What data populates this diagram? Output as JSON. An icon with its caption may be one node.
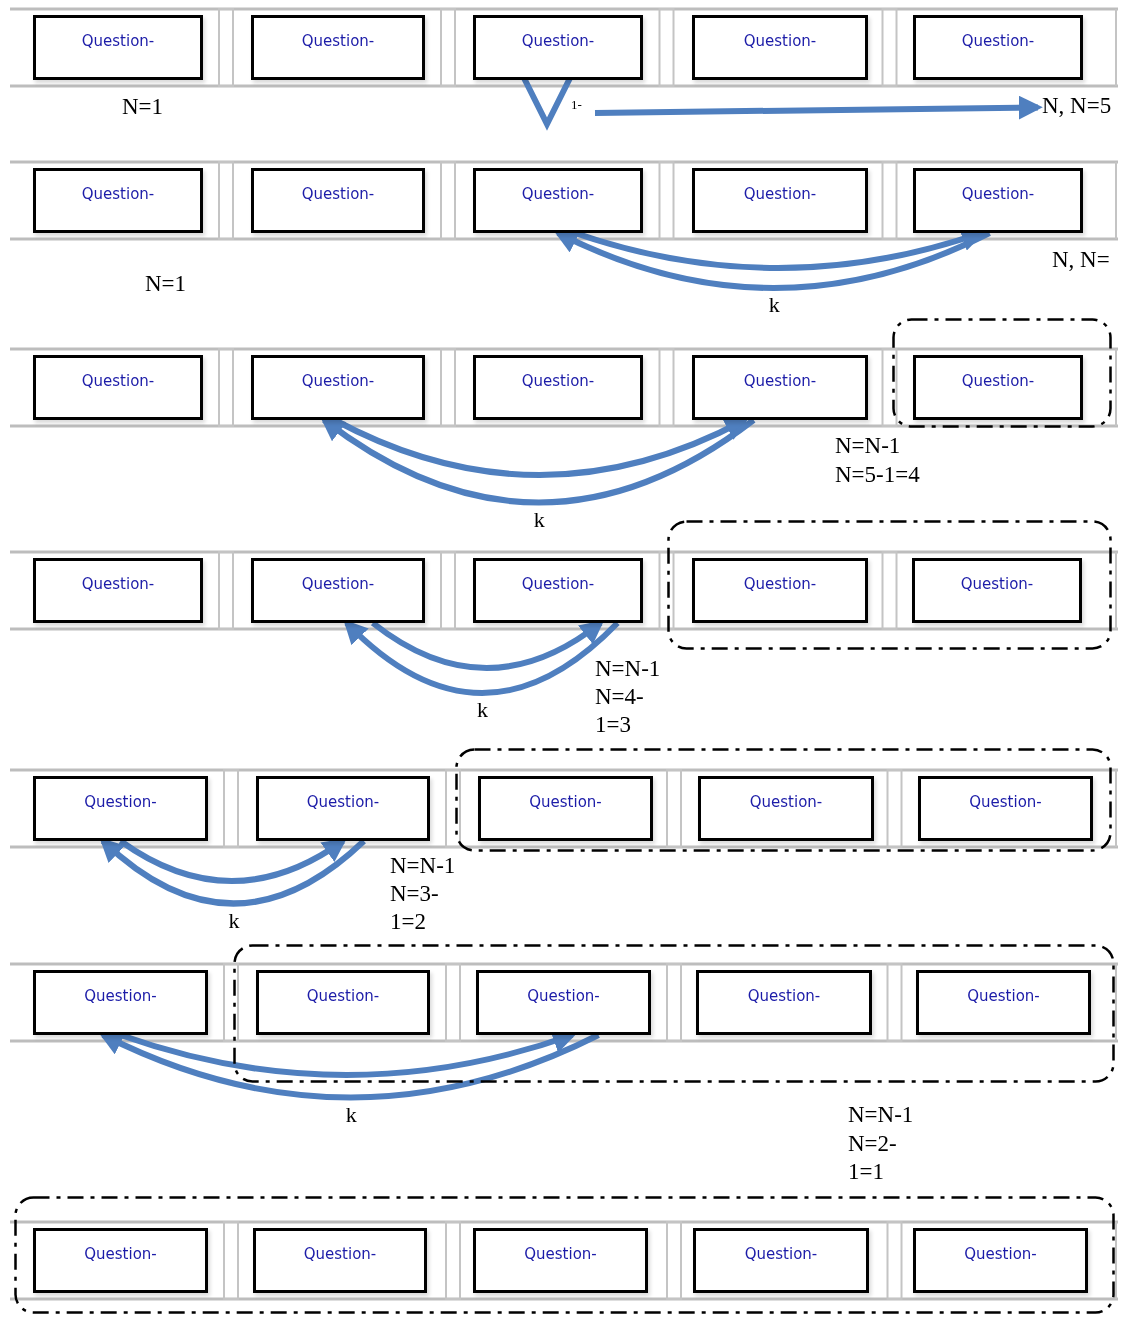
{
  "diagram": {
    "nodes": [
      {
        "text": [
          "Question-"
        ]
      },
      {
        "text": [
          "Question-"
        ]
      },
      {
        "text": [
          "Question-"
        ]
      },
      {
        "text": [
          "Question-"
        ]
      },
      {
        "text": [
          "Question-"
        ]
      },
      {
        "text": [
          "N, N=5"
        ]
      },
      {
        "text": [
          "Question-"
        ]
      },
      {
        "text": [
          "Question-"
        ]
      },
      {
        "text": [
          "Question-"
        ]
      },
      {
        "text": [
          "Question-"
        ]
      },
      {
        "text": [
          "Question-"
        ]
      },
      {
        "text": [
          "Question-"
        ]
      },
      {
        "text": [
          "Question-"
        ]
      },
      {
        "text": [
          "Question-"
        ]
      },
      {
        "text": [
          "Question-"
        ]
      },
      {
        "text": [],
        "shape": "box"
      },
      {
        "text": [
          "Question-"
        ],
        "in": 15
      },
      {
        "text": [
          "Question-"
        ]
      },
      {
        "text": [
          "Question-"
        ]
      },
      {
        "text": [
          "Question-"
        ]
      },
      {
        "text": [],
        "shape": "box"
      },
      {
        "text": [
          "Question-"
        ],
        "in": 20
      },
      {
        "text": [
          "Question-"
        ],
        "in": 20
      },
      {
        "text": [
          "Question-"
        ]
      },
      {
        "text": [
          "Question-"
        ]
      },
      {
        "text": [],
        "shape": "box"
      },
      {
        "text": [
          "Question-"
        ],
        "in": 25
      },
      {
        "text": [
          "Question-"
        ],
        "in": 25
      },
      {
        "text": [
          "Question-"
        ],
        "in": 25
      },
      {
        "text": [
          "Question-"
        ]
      },
      {
        "text": [],
        "shape": "box"
      },
      {
        "text": [
          "Question-"
        ],
        "in": 30
      },
      {
        "text": [
          "Question-"
        ],
        "in": 30
      },
      {
        "text": [
          "Question-"
        ],
        "in": 30
      },
      {
        "text": [
          "Question-"
        ],
        "in": 30
      },
      {
        "text": [],
        "shape": "box"
      },
      {
        "text": [
          "Question-"
        ],
        "in": 35
      },
      {
        "text": [
          "Question-"
        ],
        "in": 35
      },
      {
        "text": [
          "Question-"
        ],
        "in": 35
      },
      {
        "text": [
          "Question-"
        ],
        "in": 35
      },
      {
        "text": [
          "Question-"
        ],
        "in": 35
      }
    ],
    "edges": [
      {
        "from": null,
        "to": 5,
        "arrow": "to"
      },
      {
        "from": 8,
        "to": 10,
        "arrow": "to"
      },
      {
        "from": 10,
        "to": 8,
        "arrow": "to",
        "label": "k"
      },
      {
        "from": 12,
        "to": 14,
        "arrow": "to"
      },
      {
        "from": 14,
        "to": 12,
        "arrow": "to",
        "label": "k"
      },
      {
        "from": 18,
        "to": 19,
        "arrow": "to"
      },
      {
        "from": 19,
        "to": 18,
        "arrow": "to",
        "label": "k"
      },
      {
        "from": 23,
        "to": 24,
        "arrow": "to"
      },
      {
        "from": 24,
        "to": 23,
        "arrow": "to",
        "label": "k"
      },
      {
        "from": 29,
        "to": 32,
        "arrow": "to"
      },
      {
        "from": 32,
        "to": 29,
        "arrow": "to",
        "label": "k"
      }
    ],
    "labels": [
      "N=1",
      "1-",
      "N=1",
      "N, N=",
      "N=N-1",
      "N=5-1=4",
      "N=N-1",
      "N=4-1=3",
      "N=N-1",
      "N=3-1=2",
      "N=N-1",
      "N=2-1=1"
    ]
  }
}
